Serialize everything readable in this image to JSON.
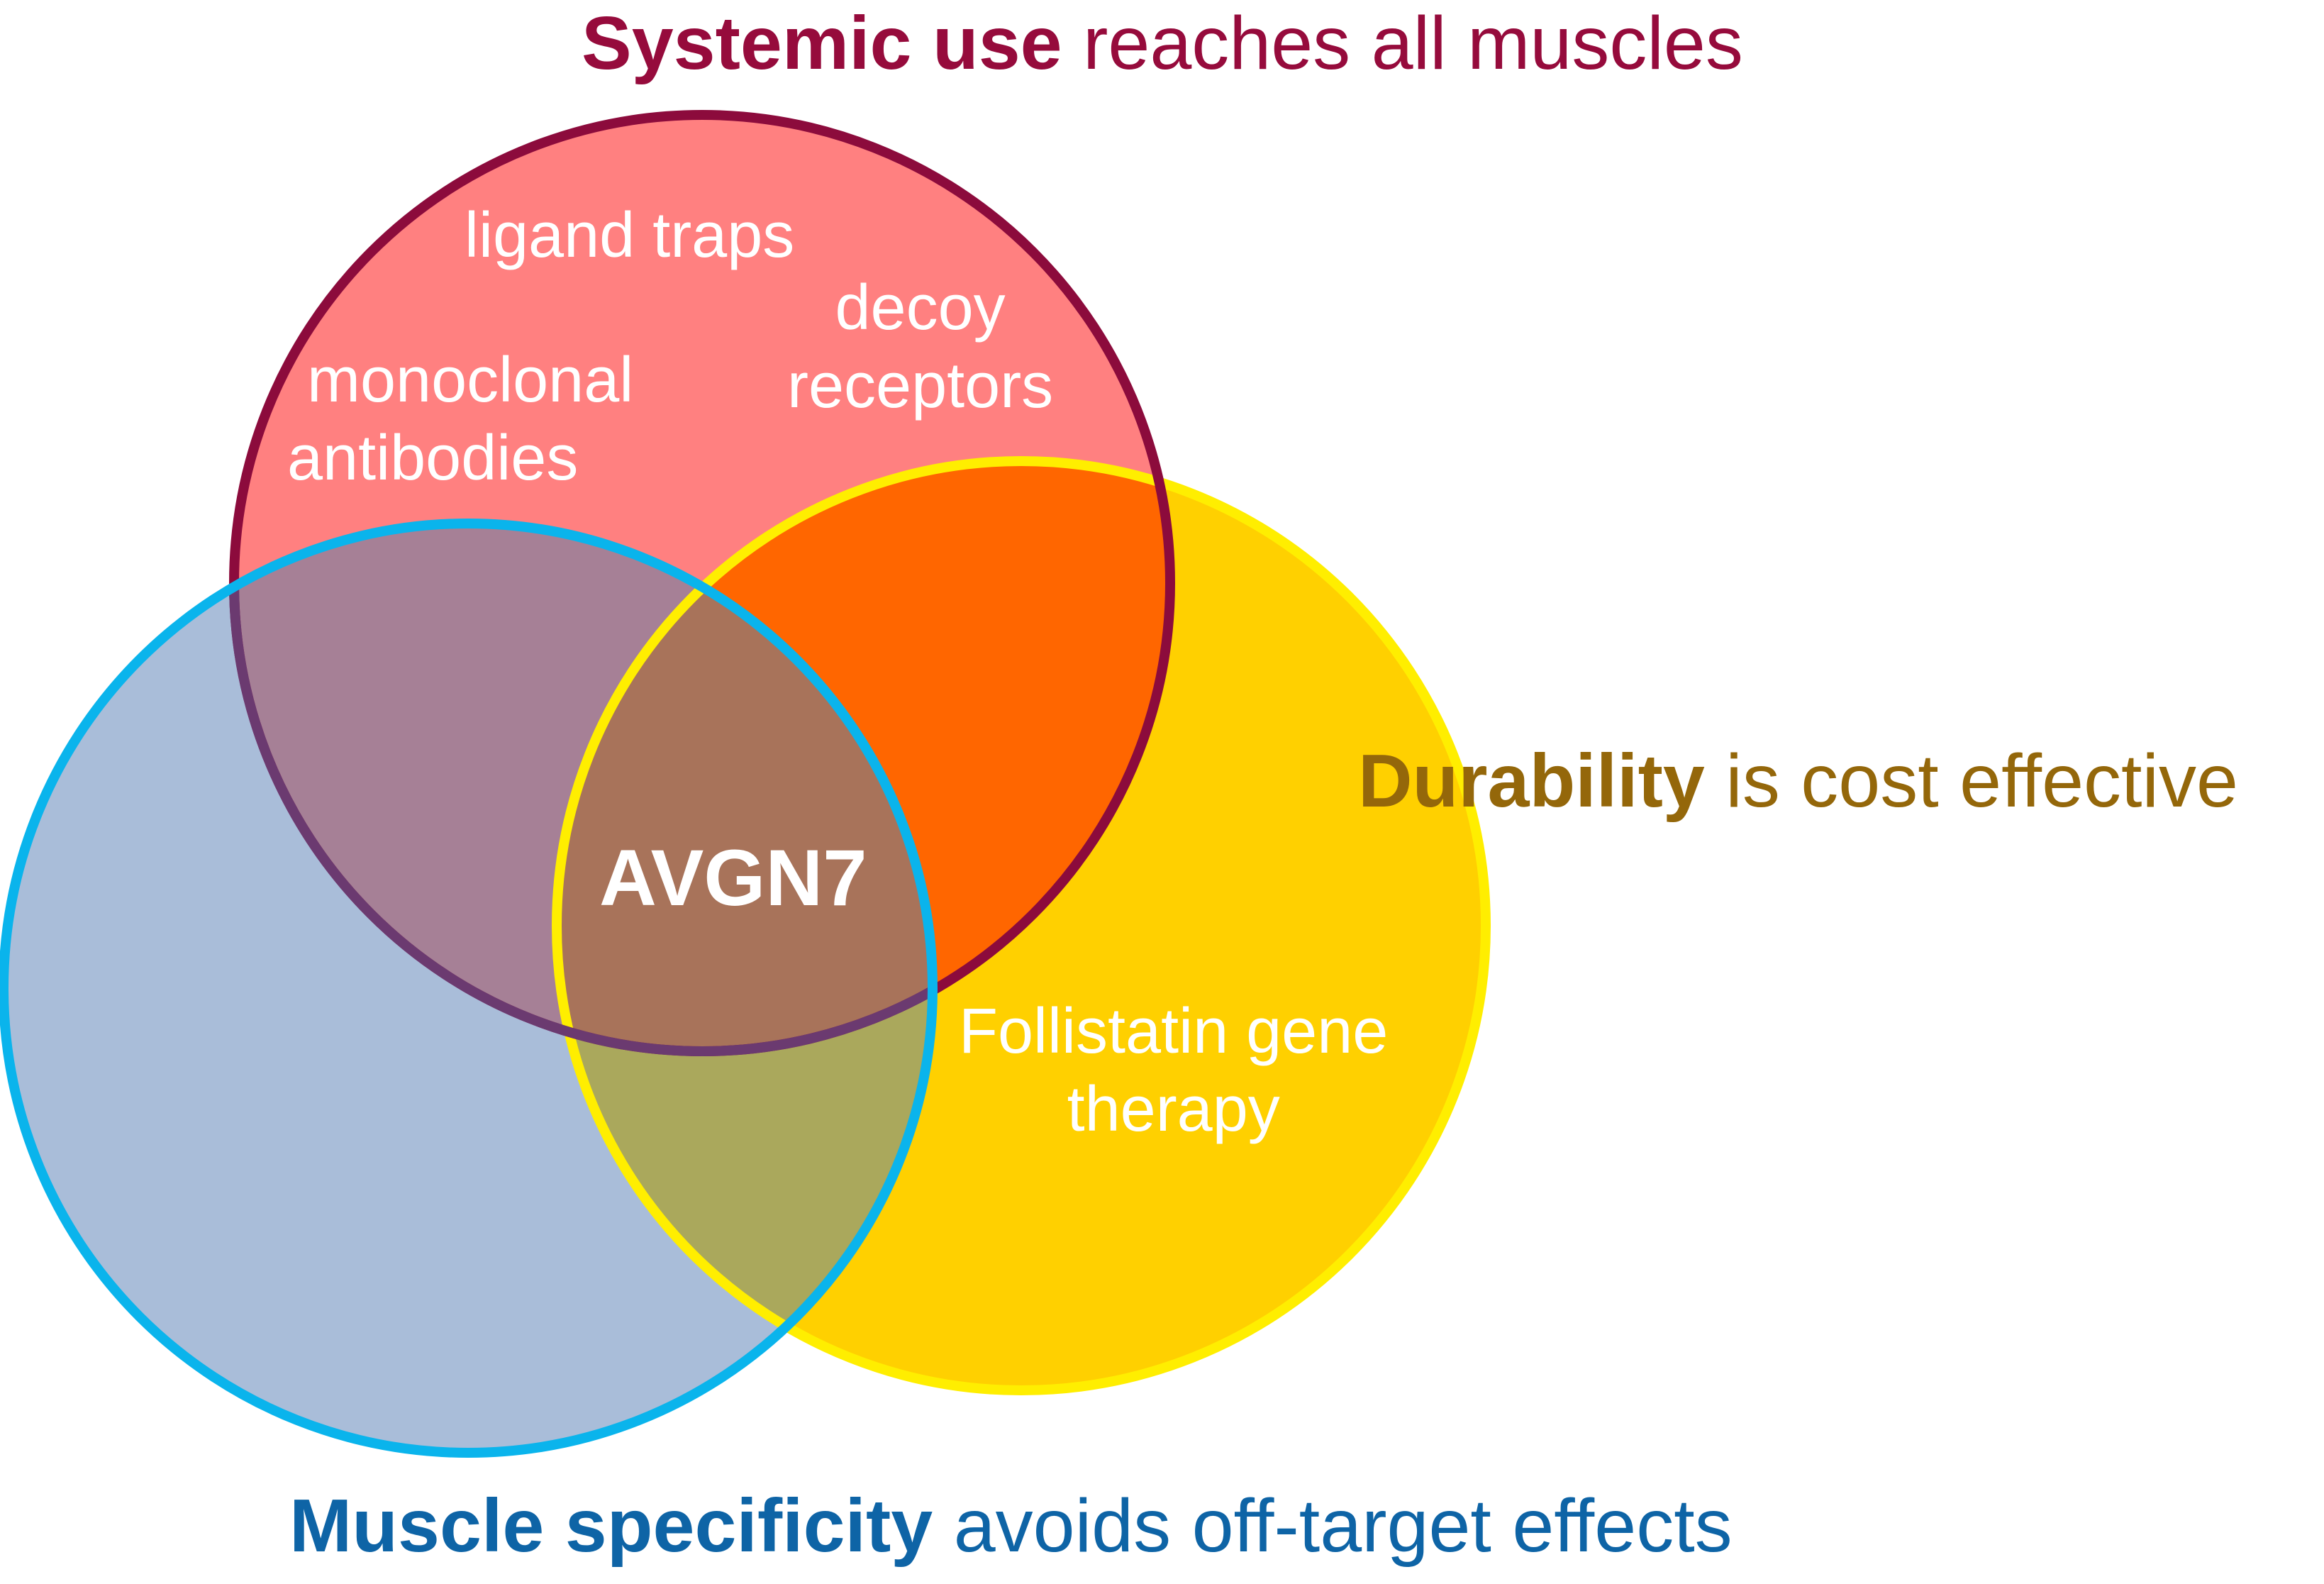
{
  "headings": {
    "systemic": {
      "bold": "Systemic use",
      "rest": " reaches all muscles",
      "color": "#960b3c"
    },
    "durability": {
      "bold": "Durability",
      "rest": " is cost effective",
      "color": "#94670a"
    },
    "muscle": {
      "bold": "Muscle specificity",
      "rest": " avoids off-target effects",
      "color": "#0e64a6"
    }
  },
  "labels": {
    "ligand_traps": "ligand traps",
    "decoy": [
      "decoy",
      "receptors"
    ],
    "monoclonal": [
      "monoclonal",
      "antibodies"
    ],
    "follistatin": [
      "Follistatin gene",
      "therapy"
    ],
    "center": "AVGN7"
  },
  "circles": {
    "systemic": {
      "fill": "#ff8080",
      "stroke": "#8c0b3c"
    },
    "durability": {
      "fill": "#ffd000",
      "stroke": "#ffee00"
    },
    "muscle": {
      "fill": "#a9bdd9",
      "stroke": "#0ab4ec"
    },
    "overlap_systemic_durability": "#ff6600",
    "overlap_systemic_muscle": "#a68096",
    "overlap_durability_muscle": "#aaa85c",
    "overlap_all": "#a8735a"
  }
}
